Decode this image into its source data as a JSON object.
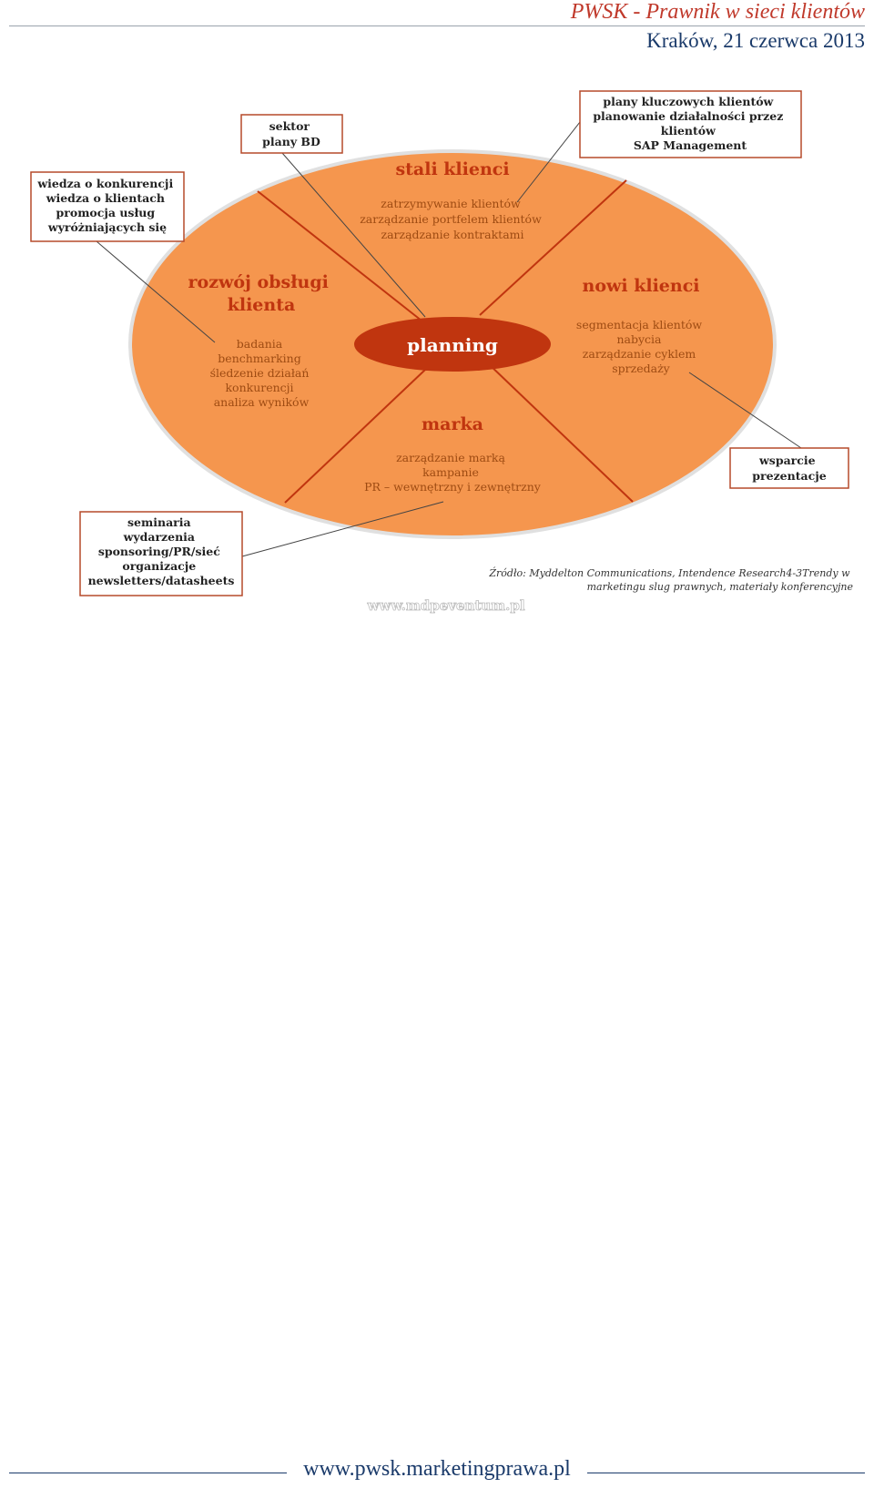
{
  "header": {
    "title": "PWSK - Prawnik w sieci klientów",
    "date": "Kraków, 21 czerwca 2013"
  },
  "diagram": {
    "center": "planning",
    "sectors": {
      "top": {
        "title": "stali klienci",
        "items": [
          "zatrzymywanie klientów",
          "zarządzanie portfelem klientów",
          "zarządzanie kontraktami"
        ]
      },
      "left": {
        "title": [
          "rozwój obsługi",
          "klienta"
        ],
        "items": [
          "badania",
          "benchmarking",
          "śledzenie działań",
          "konkurencji",
          "analiza wyników"
        ]
      },
      "right": {
        "title": "nowi klienci",
        "items": [
          "segmentacja klientów",
          "nabycia",
          "zarządzanie cyklem",
          "sprzedaży"
        ]
      },
      "bottom": {
        "title": "marka",
        "items": [
          "zarządzanie marką",
          "kampanie",
          "PR – wewnętrzny i zewnętrzny"
        ]
      }
    },
    "callouts": {
      "sector": [
        "sektor",
        "plany BD"
      ],
      "key_clients": [
        "plany kluczowych klientów",
        "planowanie działalności przez",
        "klientów",
        "SAP Management"
      ],
      "knowledge": [
        "wiedza o konkurencji",
        "wiedza o klientach",
        "promocja usług",
        "wyróżniających się"
      ],
      "presentation": [
        "wsparcie",
        "prezentacje"
      ],
      "events": [
        "seminaria",
        "wydarzenia",
        "sponsoring/PR/sieć",
        "organizacje",
        "newsletters/datasheets"
      ]
    },
    "source": [
      "Źródło: Myddelton Communications, Intendence Research4-3Trendy w",
      "marketingu slug prawnych, materiały konferencyjne"
    ],
    "watermark": "www.mdpeventum.pl"
  },
  "footer": {
    "url": "www.pwsk.marketingprawa.pl"
  },
  "colors": {
    "ellipse_fill": "#f5964e",
    "ellipse_stroke": "#e0e0e0",
    "center_fill": "#c0350f",
    "sector_line": "#c0350f",
    "sector_title": "#c0350f",
    "sector_text": "#9e4b12",
    "callout_text": "#222222",
    "callout_border": "#b54a2a",
    "header_title": "#c0392b",
    "header_date": "#1a3a6a"
  }
}
